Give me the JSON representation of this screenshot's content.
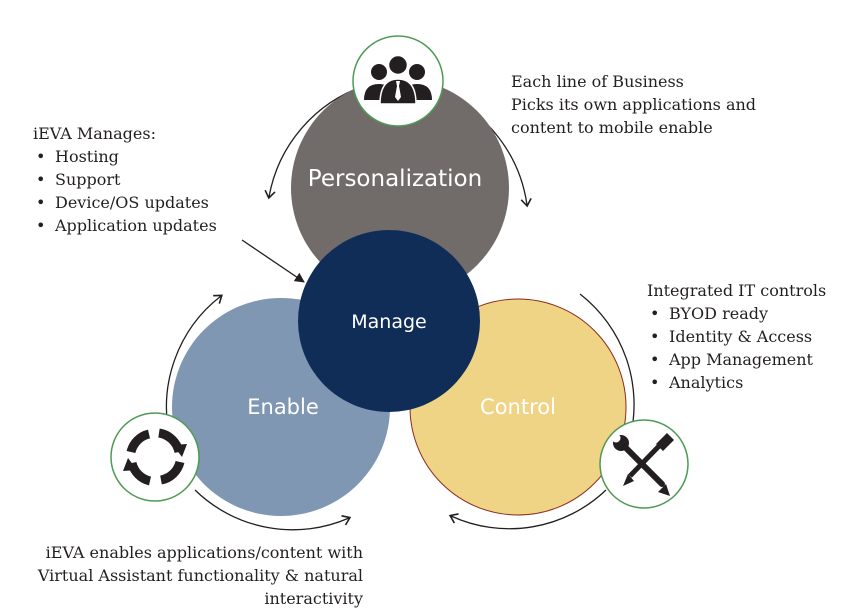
{
  "circles": {
    "personalization": "Personalization",
    "manage": "Manage",
    "enable": "Enable",
    "control": "Control"
  },
  "icons": {
    "people": "people-group-icon",
    "cycle": "cycle-arrows-icon",
    "tools": "wrench-screwdriver-icon"
  },
  "notes": {
    "top_right": [
      "Each line of Business",
      "Picks its own applications and",
      "content to mobile enable"
    ],
    "top_left": {
      "heading": "iEVA Manages:",
      "items": [
        "Hosting",
        "Support",
        "Device/OS updates",
        "Application updates"
      ]
    },
    "right": {
      "heading": "Integrated IT controls",
      "items": [
        "BYOD ready",
        "Identity & Access",
        "App Management",
        "Analytics"
      ]
    },
    "bottom_left": [
      "iEVA enables applications/content with",
      "Virtual Assistant functionality & natural",
      "interactivity"
    ]
  },
  "colors": {
    "personalization": "#716c69",
    "manage": "#0f2d57",
    "enable": "#7f97b2",
    "control": "#f0d485",
    "control_stroke": "#8a2b1c",
    "badge_stroke": "#4e9a55",
    "text": "#231f20"
  }
}
